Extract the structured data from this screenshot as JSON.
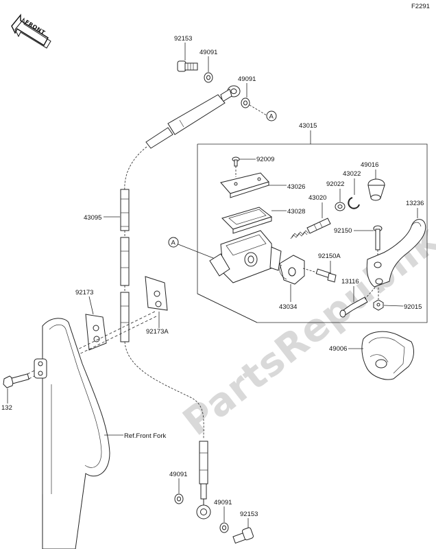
{
  "page_code": "F2291",
  "front_label": "FRONT",
  "watermark": "PartsRepublik",
  "ref_label_A": "A",
  "parts": {
    "p92153_top": "92153",
    "p49091_top_a": "49091",
    "p49091_top_b": "49091",
    "p43015": "43015",
    "p92009": "92009",
    "p43026": "43026",
    "p43028": "43028",
    "p43020": "43020",
    "p92022": "92022",
    "p43022": "43022",
    "p49016": "49016",
    "p13236": "13236",
    "p92150": "92150",
    "p92150A": "92150A",
    "p13116": "13116",
    "p92015": "92015",
    "p43034": "43034",
    "p43095": "43095",
    "p92173": "92173",
    "p92173A": "92173A",
    "p49006": "49006",
    "p132": "132",
    "ref_front_fork": "Ref.Front Fork",
    "p49091_bot_a": "49091",
    "p49091_bot_b": "49091",
    "p92153_bot": "92153"
  }
}
